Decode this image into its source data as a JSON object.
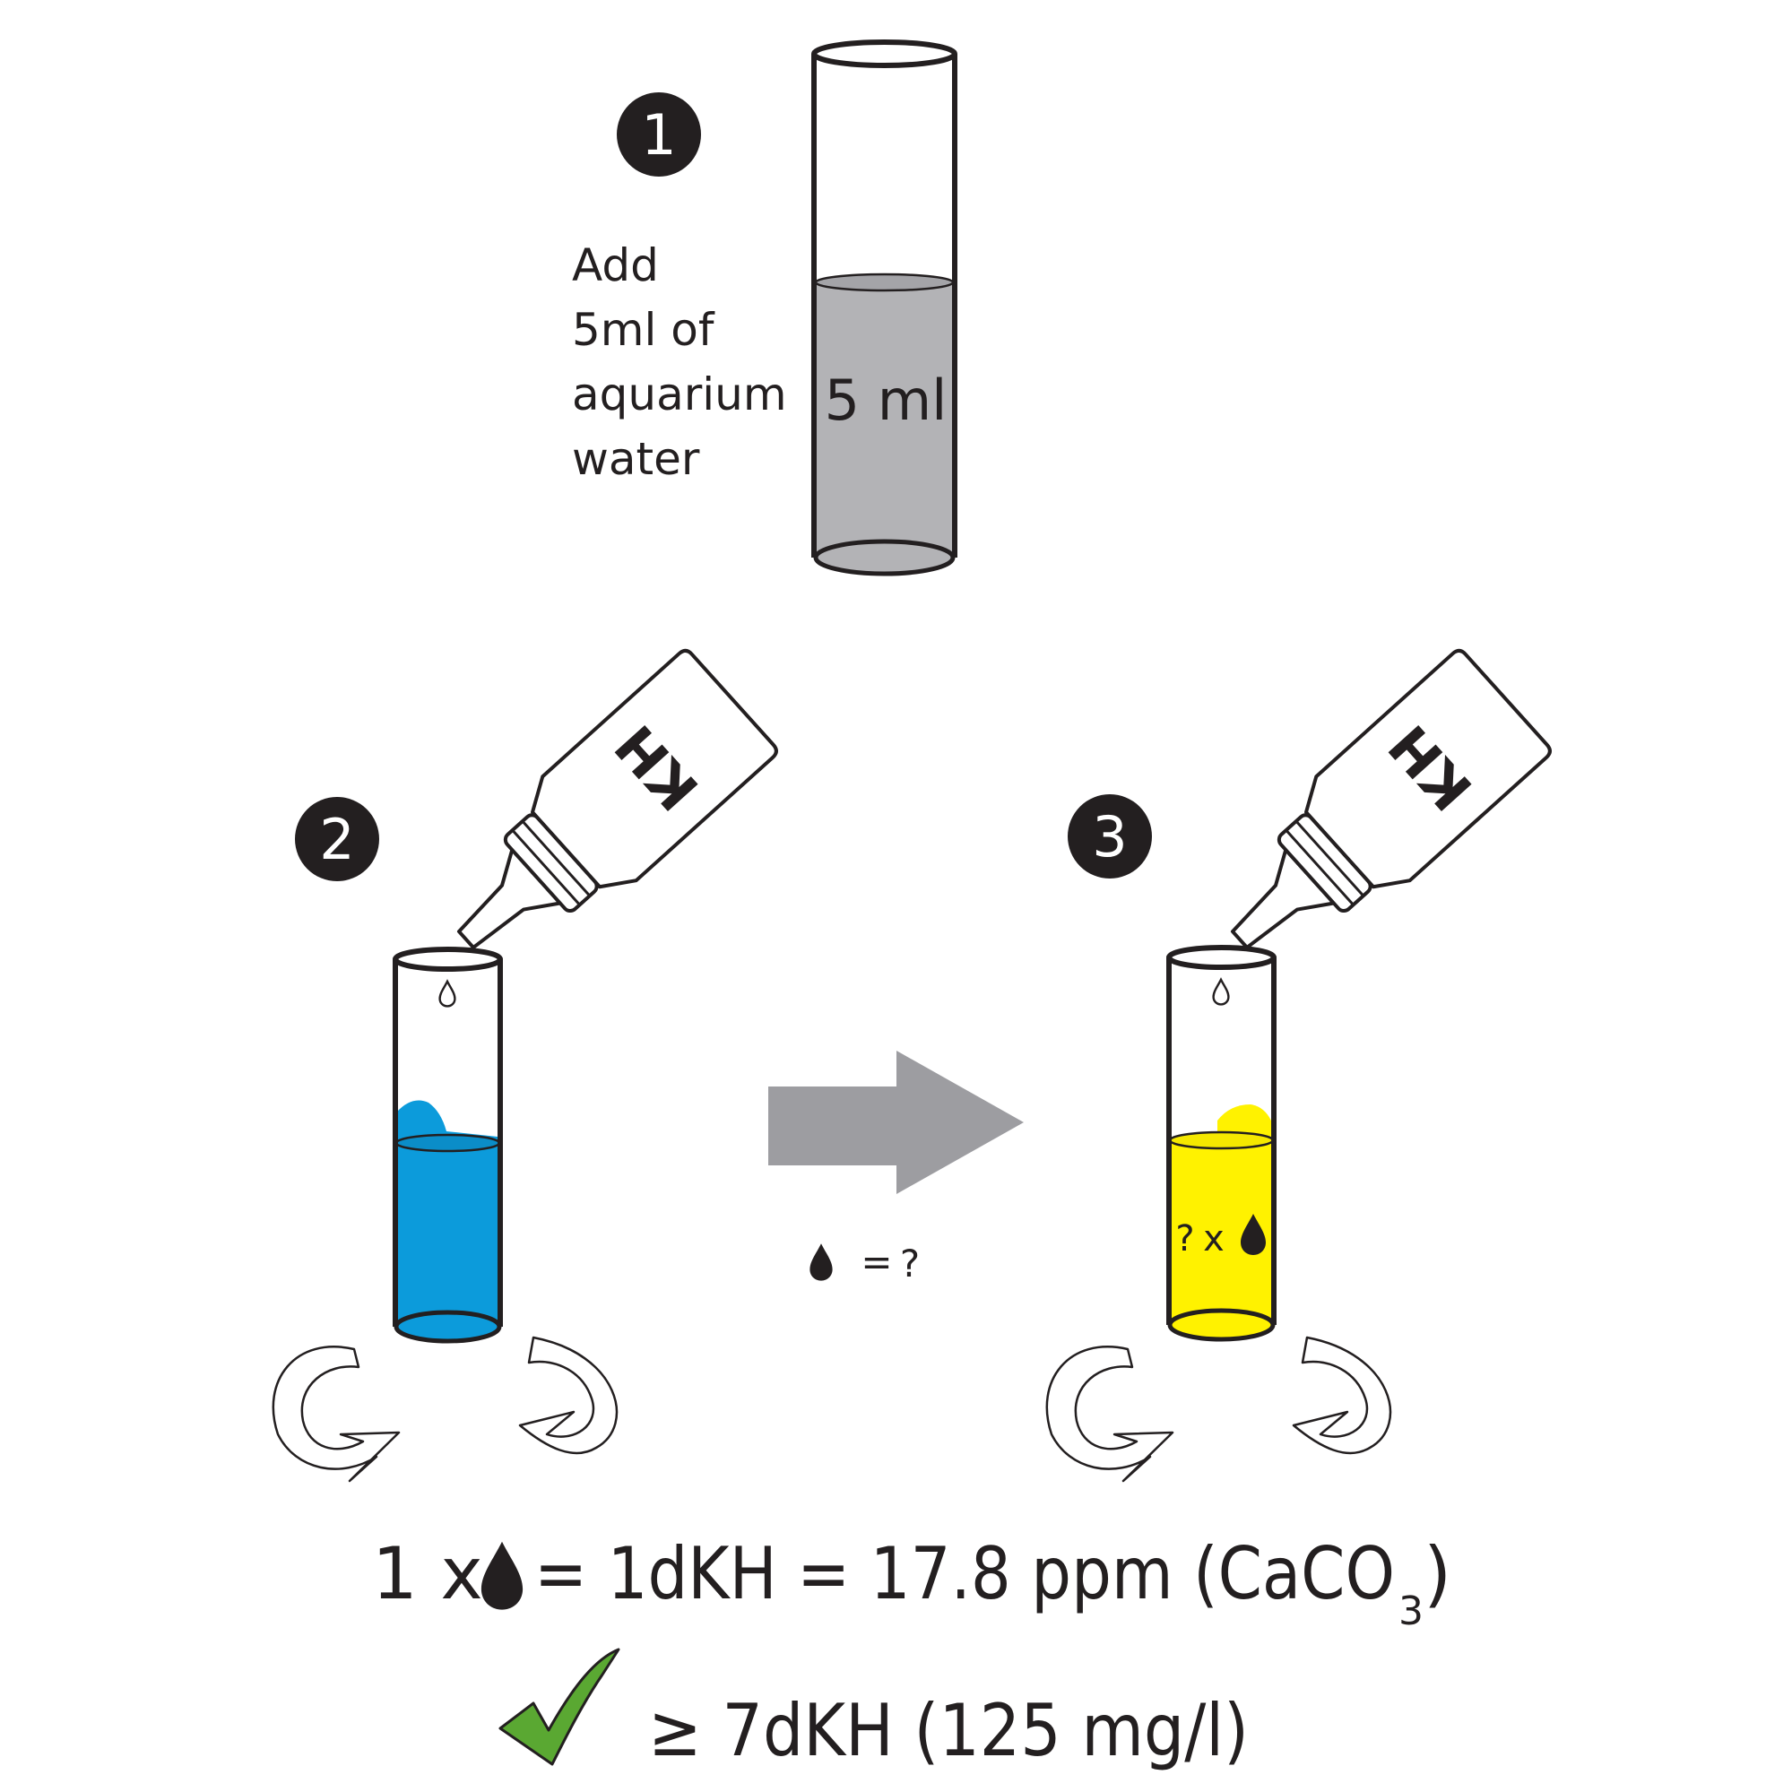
{
  "step1": {
    "number": "1",
    "instruction_lines": [
      "Add",
      "5ml of",
      "aquarium",
      "water"
    ],
    "tube_label": "5 ml"
  },
  "step2": {
    "number": "2",
    "bottle_label": "KH",
    "liquid_color": "#0c9bdb"
  },
  "step3": {
    "number": "3",
    "bottle_label": "KH",
    "liquid_color": "#fff200",
    "drops_label_q": "?",
    "drops_label_x": "x"
  },
  "arrow": {
    "color": "#9d9da1",
    "drop_equals": "=",
    "drop_unknown": "?"
  },
  "equation": {
    "prefix": "1 x",
    "rest": "= 1dKH = 17.8 ppm (CaCO",
    "subscript": "3",
    "close": ")"
  },
  "target": {
    "text": "≥ 7dKH (125 mg/l)",
    "check_color": "#5aa832"
  }
}
